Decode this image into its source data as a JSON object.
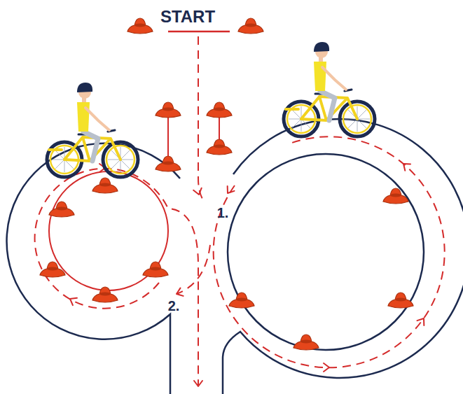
{
  "diagram": {
    "labels": [
      "START",
      "1.",
      "2."
    ]
  }
}
